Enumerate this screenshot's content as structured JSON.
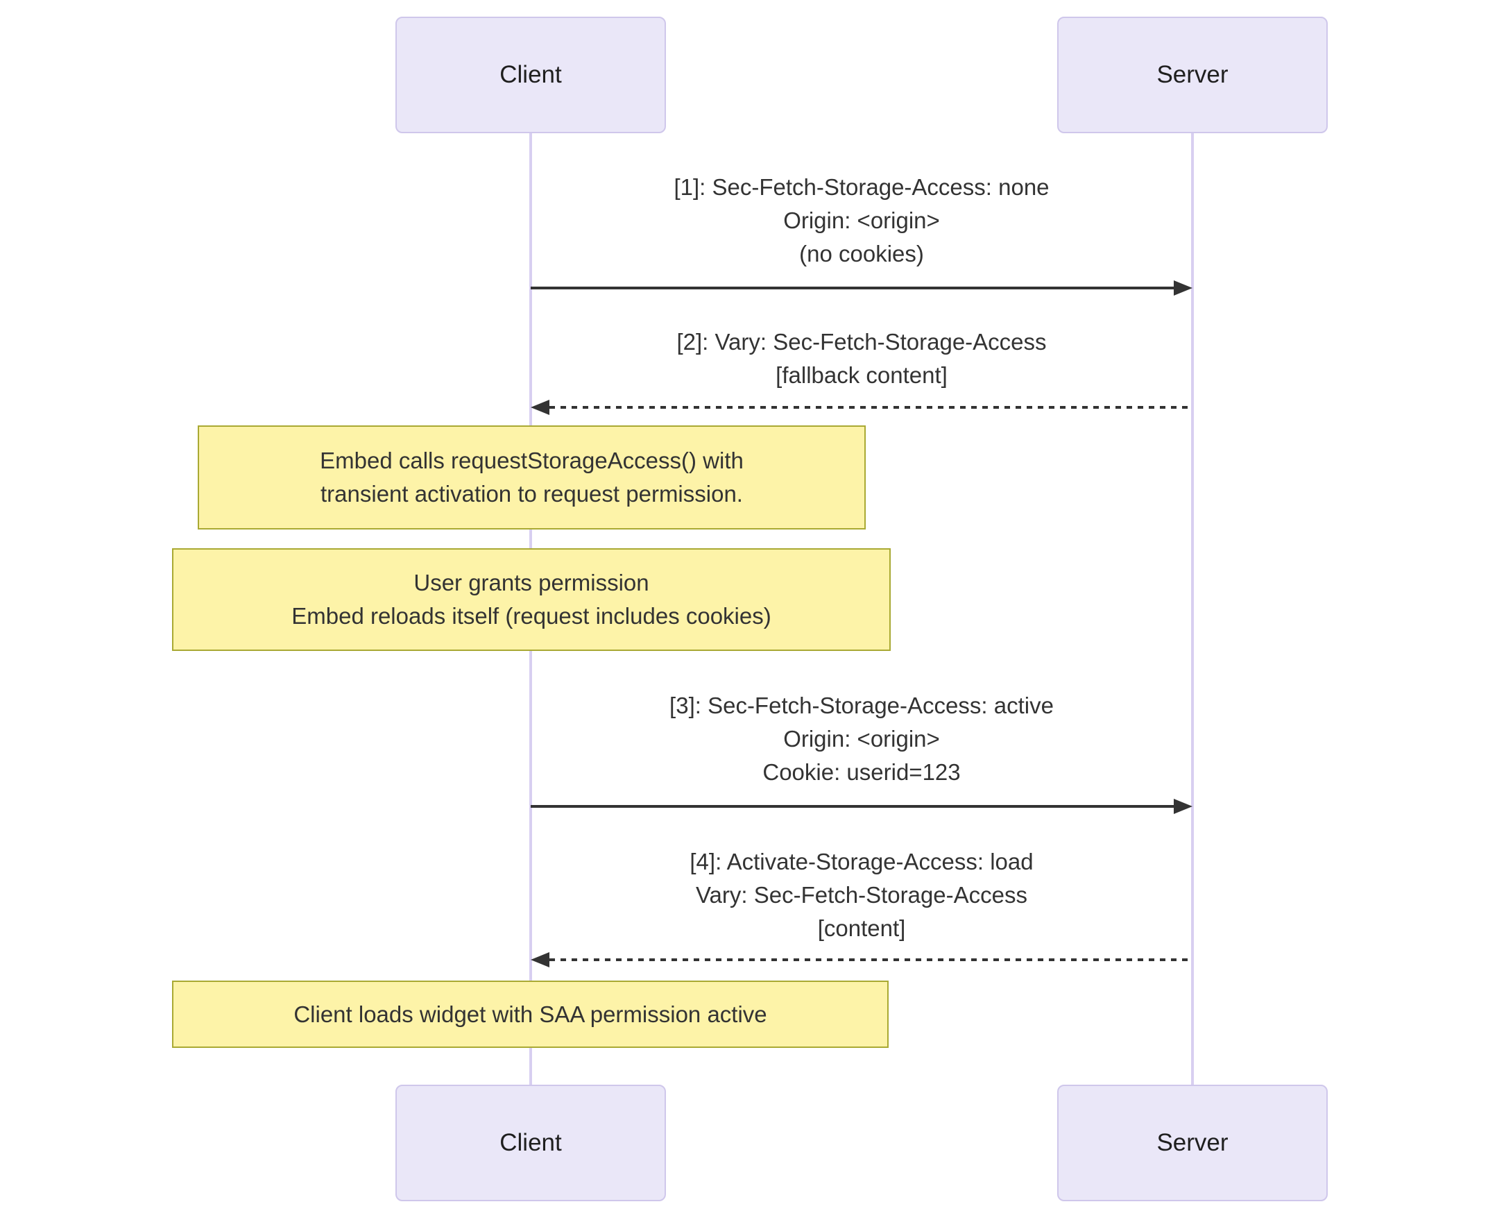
{
  "colors": {
    "background": "#ffffff",
    "actorFill": "#eae7f8",
    "actorBorder": "#cfc7eb",
    "actorText": "#1f1f1f",
    "lifeline": "#d8cff1",
    "messageText": "#333333",
    "arrow": "#333333",
    "noteFill": "#fdf3a8",
    "noteBorder": "#a9a933"
  },
  "actors": [
    {
      "id": "client",
      "label": "Client"
    },
    {
      "id": "server",
      "label": "Server"
    }
  ],
  "messages": [
    {
      "from": "Client",
      "to": "Server",
      "line_style": "solid",
      "lines": [
        "[1]: Sec-Fetch-Storage-Access: none",
        "Origin: <origin>",
        "(no cookies)"
      ]
    },
    {
      "from": "Server",
      "to": "Client",
      "line_style": "dashed",
      "lines": [
        "[2]: Vary: Sec-Fetch-Storage-Access",
        "[fallback content]"
      ]
    },
    {
      "from": "Client",
      "to": "Server",
      "line_style": "solid",
      "lines": [
        "[3]: Sec-Fetch-Storage-Access: active",
        "Origin: <origin>",
        "Cookie: userid=123"
      ]
    },
    {
      "from": "Server",
      "to": "Client",
      "line_style": "dashed",
      "lines": [
        "[4]: Activate-Storage-Access: load",
        "Vary: Sec-Fetch-Storage-Access",
        "[content]"
      ]
    }
  ],
  "notes": [
    {
      "position": "over Client",
      "lines": [
        "Embed calls requestStorageAccess() with",
        "transient activation to request permission."
      ]
    },
    {
      "position": "over Client",
      "lines": [
        "User grants permission",
        "Embed reloads itself (request includes cookies)"
      ]
    },
    {
      "position": "over Client",
      "lines": [
        "Client loads widget with SAA permission active"
      ]
    }
  ]
}
